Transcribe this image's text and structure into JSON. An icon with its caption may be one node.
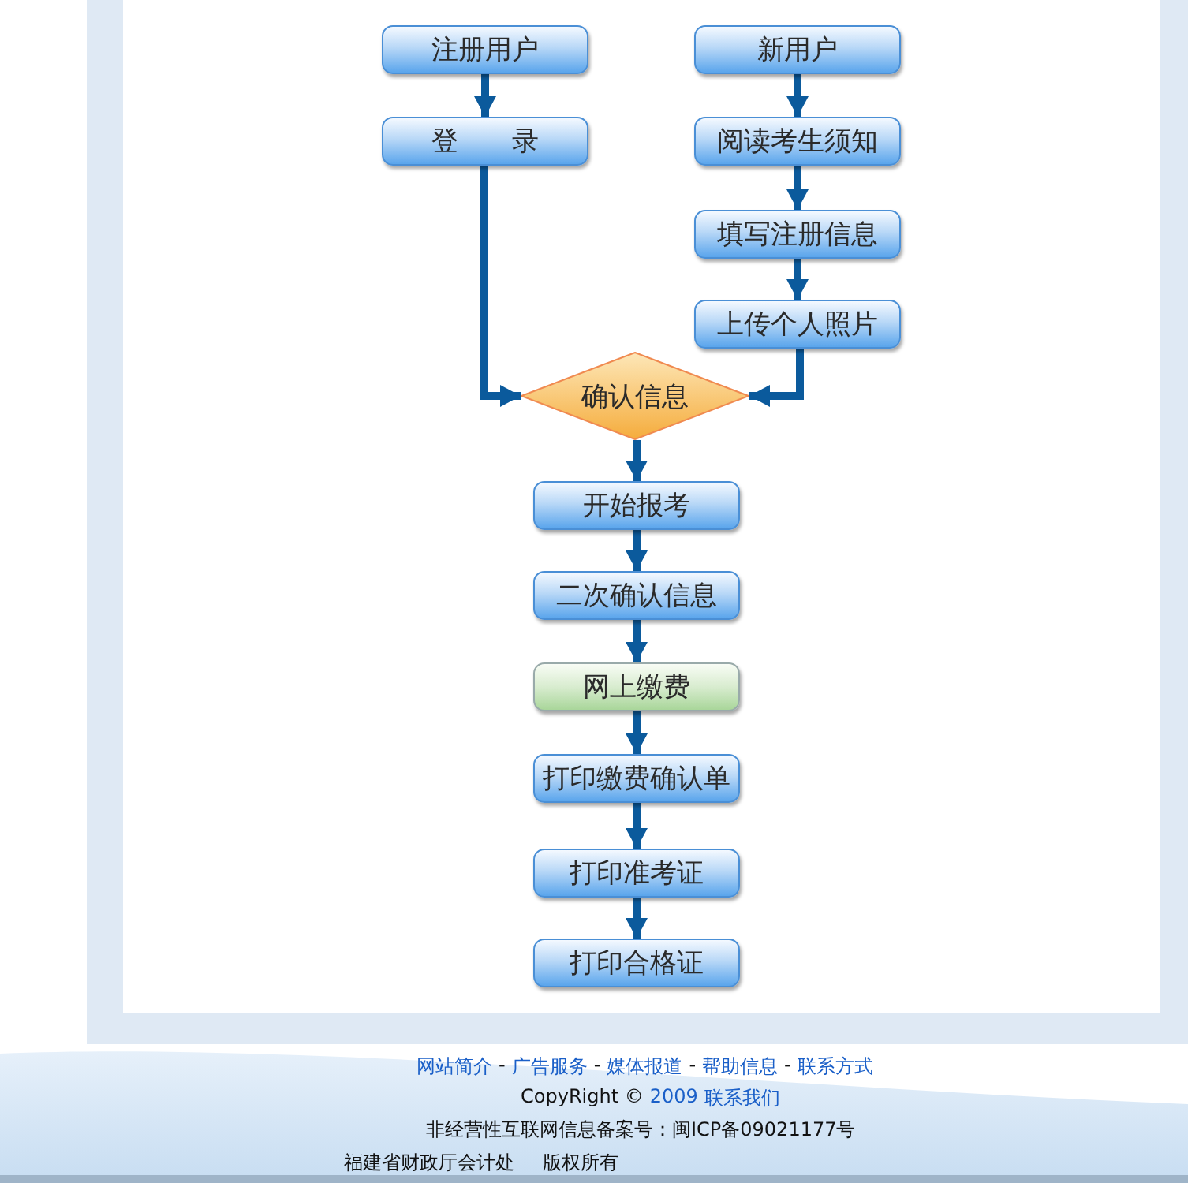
{
  "diagram": {
    "nodes": [
      {
        "text": [
          "注册用户"
        ]
      },
      {
        "text": [
          "登　　录"
        ]
      },
      {
        "text": [
          "新用户"
        ]
      },
      {
        "text": [
          "阅读考生须知"
        ]
      },
      {
        "text": [
          "填写注册信息"
        ]
      },
      {
        "text": [
          "上传个人照片"
        ]
      },
      {
        "text": [
          "确认信息"
        ]
      },
      {
        "text": [
          "开始报考"
        ]
      },
      {
        "text": [
          "二次确认信息"
        ]
      },
      {
        "text": [
          "网上缴费"
        ]
      },
      {
        "text": [
          "打印缴费确认单"
        ]
      },
      {
        "text": [
          "打印准考证"
        ]
      },
      {
        "text": [
          "打印合格证"
        ]
      }
    ],
    "edges": [
      {
        "from": 0,
        "to": 1,
        "arrow": "to"
      },
      {
        "from": 1,
        "to": 6,
        "arrow": "to"
      },
      {
        "from": 2,
        "to": 3,
        "arrow": "to"
      },
      {
        "from": 3,
        "to": 4,
        "arrow": "to"
      },
      {
        "from": 4,
        "to": 5,
        "arrow": "to"
      },
      {
        "from": 5,
        "to": 6,
        "arrow": "to"
      },
      {
        "from": 6,
        "to": 7,
        "arrow": "to"
      },
      {
        "from": 7,
        "to": 8,
        "arrow": "to"
      },
      {
        "from": 8,
        "to": 9,
        "arrow": "to"
      },
      {
        "from": 9,
        "to": 10,
        "arrow": "to"
      },
      {
        "from": 10,
        "to": 11,
        "arrow": "to"
      },
      {
        "from": 11,
        "to": 12,
        "arrow": "to"
      }
    ],
    "labels": [
      "网站简介",
      "-",
      "广告服务",
      "-",
      "媒体报道",
      "-",
      "帮助信息",
      "-",
      "联系方式",
      "CopyRight ©",
      "2009",
      "联系我们",
      "非经营性互联网信息备案号：闽ICP备09021177号",
      "福建省财政厅会计处",
      "版权所有"
    ]
  }
}
